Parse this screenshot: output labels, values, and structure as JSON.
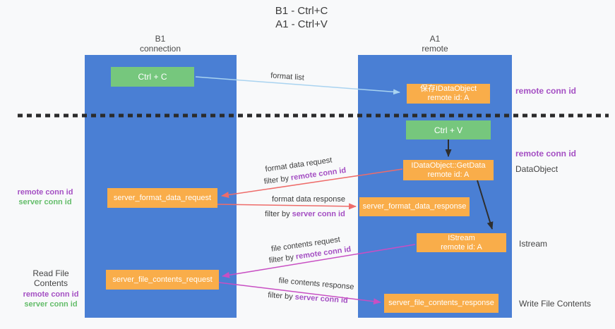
{
  "title": {
    "line1": "B1 - Ctrl+C",
    "line2": "A1 - Ctrl+V"
  },
  "lifelines": {
    "b1": {
      "name": "B1",
      "subtitle": "connection"
    },
    "a1": {
      "name": "A1",
      "subtitle": "remote"
    }
  },
  "nodes": {
    "ctrl_c": {
      "label": "Ctrl + C"
    },
    "ctrl_v": {
      "label": "Ctrl + V"
    },
    "save_idataobject": {
      "line1": "保存IDataObject",
      "line2": "remote id: A"
    },
    "idataobject_getdata": {
      "line1": "IDataObject::GetData",
      "line2": "remote id: A"
    },
    "istream": {
      "line1": "IStream",
      "line2": "remote id: A"
    },
    "server_format_data_request": {
      "label": "server_format_data_request"
    },
    "server_format_data_response": {
      "label": "server_format_data_response"
    },
    "server_file_contents_request": {
      "label": "server_file_contents_request"
    },
    "server_file_contents_response": {
      "label": "server_file_contents_response"
    }
  },
  "edge_labels": {
    "format_list": "format list",
    "format_data_request": "format data request",
    "format_data_response": "format data response",
    "file_contents_request": "file contents request",
    "file_contents_response": "file contents response",
    "filter_by": "filter by",
    "remote_conn_id": "remote conn id",
    "server_conn_id": "server conn id"
  },
  "side_labels": {
    "remote_conn_id": "remote conn id",
    "server_conn_id": "server conn id",
    "dataobject": "DataObject",
    "istream": "Istream",
    "read_file_contents": "Read File Contents",
    "write_file_contents": "Write File Contents"
  },
  "colors": {
    "bg": "#f8f9fa",
    "col_blue": "#4a7fd4",
    "green_box": "#76c77d",
    "orange_box": "#f9ad4a",
    "arrow_blue": "#a9d3f0",
    "arrow_black": "#2e2e2e",
    "arrow_red": "#ee6c6a",
    "arrow_magenta": "#c84fc3",
    "text_purple": "#a44fc3",
    "text_green": "#64bd6a",
    "text_dark": "#3c3c3c",
    "dash_color": "#2b2b2b"
  }
}
